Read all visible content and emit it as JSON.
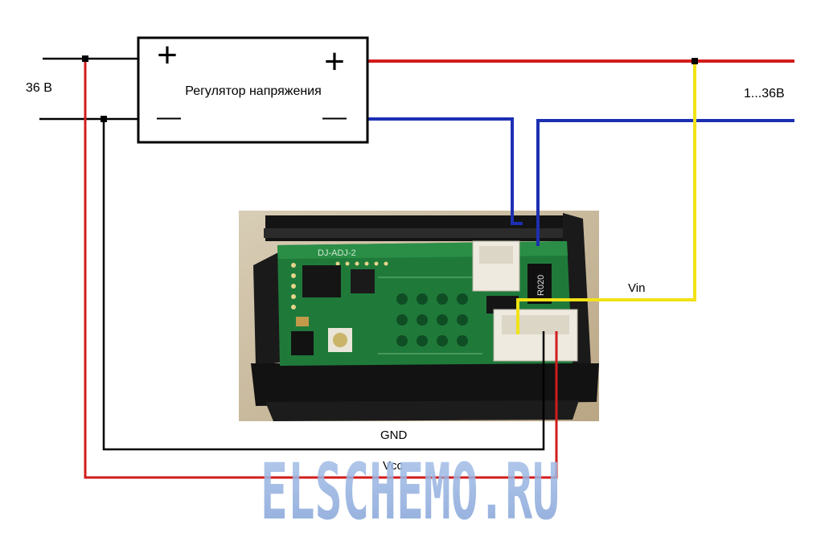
{
  "regulator": {
    "title": "Регулятор напряжения",
    "plus_in": "+",
    "plus_out": "+",
    "minus_in": "—",
    "minus_out": "—"
  },
  "input_label": "36 В",
  "output_label": "1...36В",
  "wire_labels": {
    "vin": "Vin",
    "gnd": "GND",
    "vcc": "Vcc"
  },
  "watermark": "ELSCHEMO.RU",
  "colors": {
    "positive_wire": "#d21c1c",
    "negative_wire": "#1c2fb3",
    "signal_wire": "#f2e216",
    "ground_wire": "#000000",
    "pcb": "#1f7a3a",
    "case": "#151515",
    "photo_background": "#c9b89c",
    "watermark": "#8fb0e0"
  },
  "photo": {
    "silkscreen_top": "DJ-ADJ-2",
    "resistor_code": "R020"
  }
}
